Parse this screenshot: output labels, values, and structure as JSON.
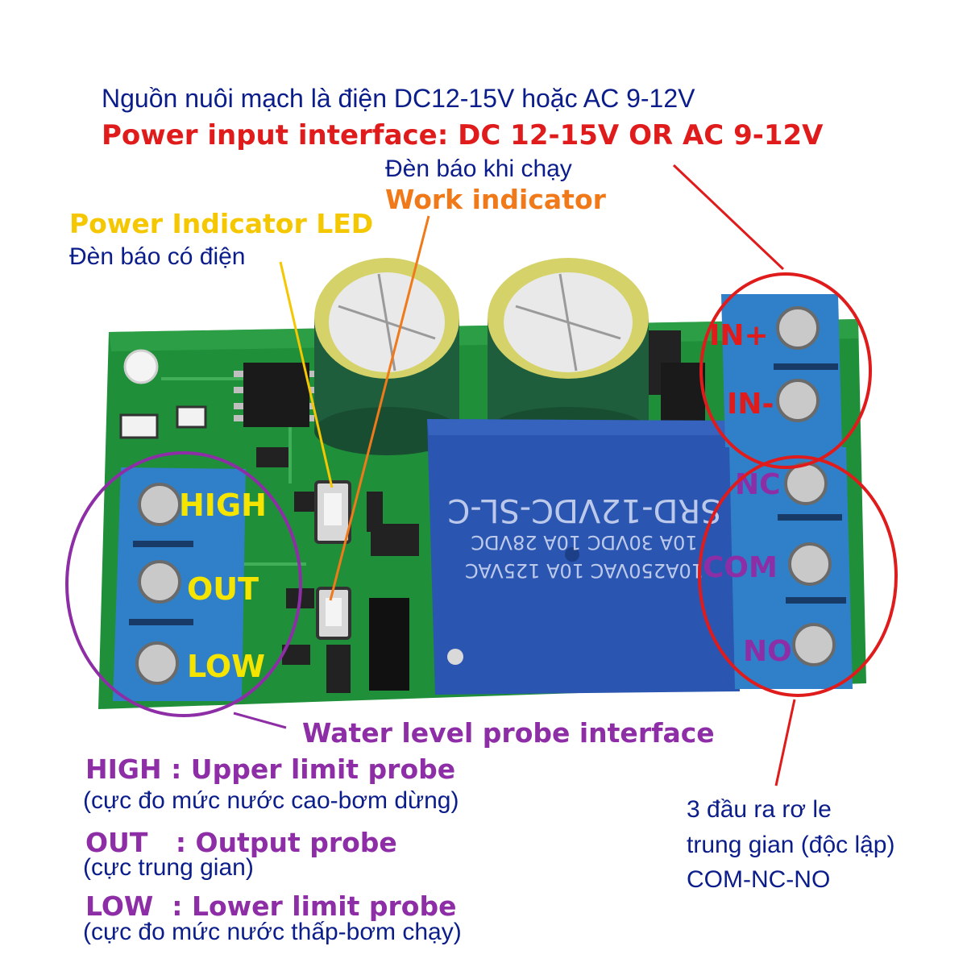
{
  "power": {
    "vi": "Nguồn nuôi mạch là điện DC12-15V hoặc AC 9-12V",
    "en": "Power input interface: DC 12-15V OR AC 9-12V"
  },
  "work_indicator": {
    "vi": "Đèn báo khi chạy",
    "en": "Work indicator"
  },
  "power_led": {
    "en": "Power Indicator LED",
    "vi": "Đèn báo có điện"
  },
  "relay": {
    "line1": "SRD-12VDC-SL-C",
    "line2": "10A 30VDC 10A 28VDC",
    "line3": "10A250VAC 10A 125VAC"
  },
  "terminals": {
    "right": [
      "IN+",
      "IN-",
      "NC",
      "COM",
      "NO"
    ],
    "left": [
      "HIGH",
      "OUT",
      "LOW"
    ]
  },
  "probe": {
    "heading": "Water level probe interface",
    "high_en": "HIGH : Upper limit probe",
    "high_vi": "(cực đo mức nước cao-bơm dừng)",
    "out_en": "OUT   : Output probe",
    "out_vi": "(cực trung gian)",
    "low_en": "LOW  : Lower limit probe",
    "low_vi": "(cực đo mức nước thấp-bơm chạy)"
  },
  "relay_outputs": {
    "line1": "3 đầu ra rơ le",
    "line2": "trung gian (độc lập)",
    "line3": "COM-NC-NO"
  },
  "colors": {
    "pcb": "#1f8f3a",
    "terminal": "#2f80c8",
    "relay": "#2a55b0",
    "capacitor": "#1e5e3c"
  }
}
